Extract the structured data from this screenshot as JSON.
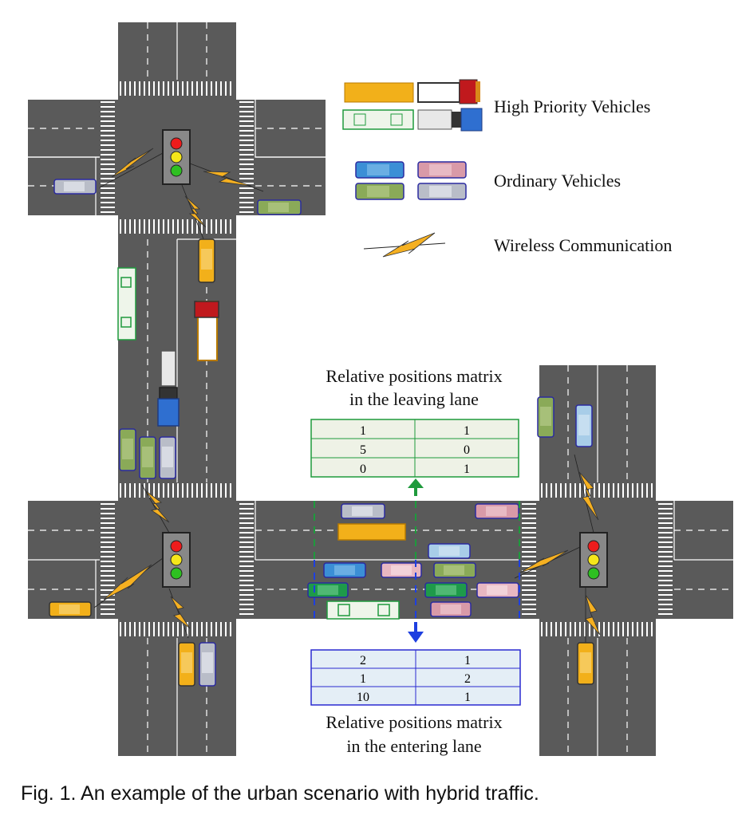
{
  "legend": {
    "high_priority": "High Priority Vehicles",
    "ordinary": "Ordinary Vehicles",
    "wireless": "Wireless Communication"
  },
  "leaving_matrix": {
    "title_line1": "Relative positions matrix",
    "title_line2": "in the leaving lane",
    "rows": [
      [
        "1",
        "1"
      ],
      [
        "5",
        "0"
      ],
      [
        "0",
        "1"
      ]
    ],
    "border_color": "#1e9a3c",
    "fill_color": "#eef2e6"
  },
  "entering_matrix": {
    "title_line1": "Relative positions matrix",
    "title_line2": "in the entering lane",
    "rows": [
      [
        "2",
        "1"
      ],
      [
        "1",
        "2"
      ],
      [
        "10",
        "1"
      ]
    ],
    "border_color": "#2a2ad0",
    "fill_color": "#e4eef6"
  },
  "caption": "Fig. 1. An example of the urban scenario with hybrid traffic.",
  "colors": {
    "road": "#5a5a5a",
    "green_arrow": "#1f9a3c",
    "blue_arrow": "#1e3fe0",
    "bolt": "#f5b021",
    "car_blue": "#3b8fd6",
    "car_pink": "#d99aa8",
    "car_green": "#8aaa58",
    "car_gray": "#b9bdc8",
    "car_yellow": "#f2b01a",
    "car_teal": "#1e9a4a",
    "car_lightblue": "#a8cde8"
  }
}
